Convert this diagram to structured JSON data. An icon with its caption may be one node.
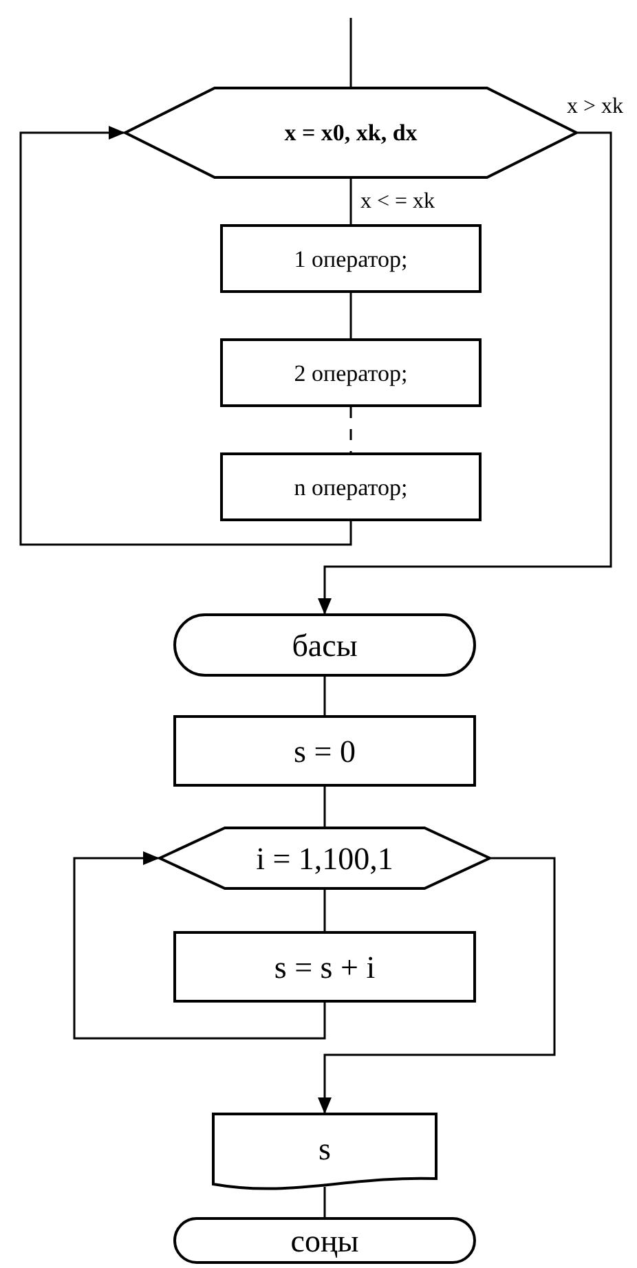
{
  "diagram": {
    "nodes": [
      {
        "text": [
          "x = x0, xk, dx"
        ]
      },
      {
        "text": [
          "1 оператор;"
        ]
      },
      {
        "text": [
          "2 оператор;"
        ]
      },
      {
        "text": [
          "n оператор;"
        ]
      },
      {
        "text": [
          "басы"
        ]
      },
      {
        "text": [
          "s = 0"
        ]
      },
      {
        "text": [
          "i = 1,100,1"
        ]
      },
      {
        "text": [
          "s = s + i"
        ]
      },
      {
        "text": [
          "s"
        ]
      },
      {
        "text": [
          "соңы"
        ]
      }
    ],
    "edges": [
      {
        "from": null,
        "to": 0,
        "arrow": "none"
      },
      {
        "from": 0,
        "to": 1,
        "arrow": "none",
        "label": "x < = xk"
      },
      {
        "from": 1,
        "to": 2,
        "arrow": "none"
      },
      {
        "from": 2,
        "to": 3,
        "arrow": "none",
        "style": "dashed"
      },
      {
        "from": 3,
        "to": 0,
        "arrow": "to"
      },
      {
        "from": 0,
        "to": 4,
        "arrow": "to",
        "label": "x > xk"
      },
      {
        "from": 4,
        "to": 5,
        "arrow": "none"
      },
      {
        "from": 5,
        "to": 6,
        "arrow": "none"
      },
      {
        "from": 6,
        "to": 7,
        "arrow": "none"
      },
      {
        "from": 7,
        "to": 6,
        "arrow": "to"
      },
      {
        "from": 6,
        "to": 8,
        "arrow": "to"
      },
      {
        "from": 8,
        "to": 9,
        "arrow": "none"
      }
    ]
  }
}
